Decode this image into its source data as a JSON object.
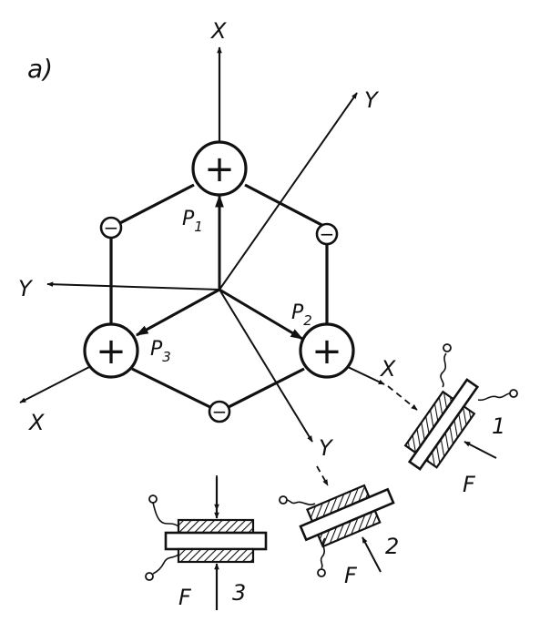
{
  "figure": {
    "panel_label": "a)",
    "axis_labels": {
      "x_top": "X",
      "y_upper_right": "Y",
      "y_left": "Y",
      "x_lower_left": "X",
      "x_right": "X",
      "y_bottom": "Y"
    },
    "vectors": {
      "p1": {
        "letter": "P",
        "sub": "1"
      },
      "p2": {
        "letter": "P",
        "sub": "2"
      },
      "p3": {
        "letter": "P",
        "sub": "3"
      }
    },
    "charges": {
      "plus": "+",
      "minus": "−"
    },
    "plates": {
      "plate_1": {
        "number": "1",
        "force": "F"
      },
      "plate_2": {
        "number": "2",
        "force": "F"
      },
      "plate_3": {
        "number": "3",
        "force": "F"
      }
    }
  }
}
